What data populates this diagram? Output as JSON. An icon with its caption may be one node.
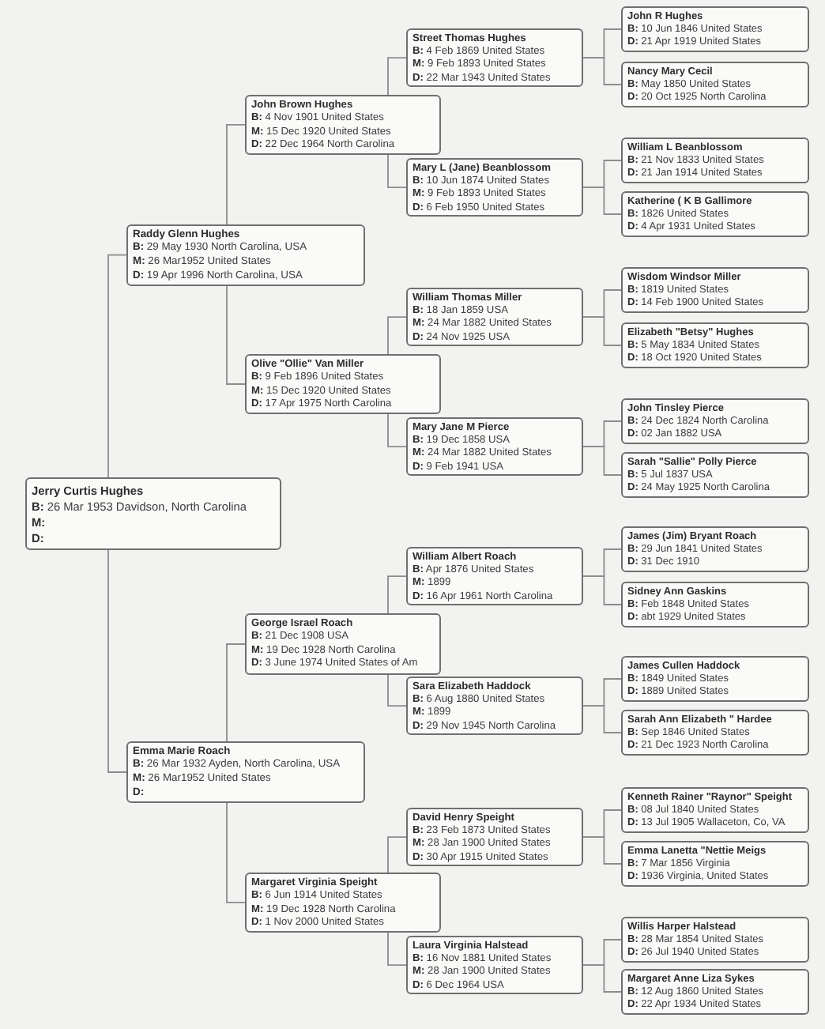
{
  "diagram": {
    "nodes": [
      {
        "text": [
          "Jerry Curtis Hughes",
          "**B:** 26 Mar 1953 Davidson, North Carolina",
          "M:",
          "D:"
        ]
      },
      {
        "text": [
          "Raddy Glenn Hughes",
          "**B:** 29 May 1930 North Carolina, USA",
          "**M:** 26 Mar1952 United States",
          "**D:** 19 Apr 1996 North Carolina, USA"
        ]
      },
      {
        "text": [
          "Emma Marie Roach",
          "**B:** 26 Mar 1932 Ayden, North Carolina, USA",
          "**M:** 26 Mar1952 United States",
          "D:"
        ]
      },
      {
        "text": [
          "John Brown Hughes",
          "**B:** 4 Nov 1901 United States",
          "**M:** 15 Dec 1920 United States",
          "**D:** 22 Dec 1964 North Carolina"
        ]
      },
      {
        "text": [
          "Olive \"Ollie\" Van Miller",
          "**B:** 9 Feb 1896 United States",
          "**M:** 15 Dec 1920 United States",
          "**D:** 17 Apr 1975 North Carolina"
        ]
      },
      {
        "text": [
          "George Israel Roach",
          "**B:** 21 Dec 1908 USA",
          "**M:** 19 Dec 1928 North Carolina",
          "**D:** 3 June 1974 United States of Am"
        ]
      },
      {
        "text": [
          "Margaret Virginia Speight",
          "**B:** 6 Jun 1914 United States",
          "**M:** 19 Dec 1928 North Carolina",
          "**D:** 1 Nov 2000 United States"
        ]
      },
      {
        "text": [
          "Street Thomas Hughes",
          "**B:** 4 Feb 1869 United States",
          "**M:** 9 Feb 1893 United States",
          "**D:** 22 Mar 1943 United States"
        ]
      },
      {
        "text": [
          "Mary L (Jane) Beanblossom",
          "**B:** 10 Jun 1874 United States",
          "**M:** 9 Feb 1893 United States",
          "**D:** 6 Feb 1950 United States"
        ]
      },
      {
        "text": [
          "William Thomas Miller",
          "**B:** 18 Jan 1859 USA",
          "**M:** 24 Mar 1882 United States",
          "**D:** 24 Nov 1925 USA"
        ]
      },
      {
        "text": [
          "Mary Jane M Pierce",
          "**B:** 19 Dec 1858 USA",
          "**M:** 24 Mar 1882 United States",
          "**D:** 9 Feb 1941 USA"
        ]
      },
      {
        "text": [
          "William Albert Roach",
          "**B:** Apr 1876 United States",
          "**M:** 1899",
          "**D:** 16 Apr 1961 North Carolina"
        ]
      },
      {
        "text": [
          "Sara Elizabeth Haddock",
          "**B:** 6 Aug 1880 United States",
          "**M:** 1899",
          "**D:** 29 Nov 1945 North Carolina"
        ]
      },
      {
        "text": [
          "David Henry Speight",
          "**B:** 23 Feb 1873 United States",
          "**M:** 28 Jan 1900 United States",
          "**D:** 30 Apr 1915 United States"
        ]
      },
      {
        "text": [
          "Laura Virginia Halstead",
          "**B:** 16 Nov 1881 United States",
          "**M:** 28 Jan 1900 United States",
          "**D:** 6 Dec 1964 USA"
        ]
      },
      {
        "text": [
          "John R Hughes",
          "**B:** 10 Jun 1846 United States",
          "**D:** 21 Apr 1919 United States"
        ]
      },
      {
        "text": [
          "Nancy Mary Cecil",
          "**B:** May 1850 United States",
          "**D:** 20 Oct 1925 North Carolina"
        ]
      },
      {
        "text": [
          "William L Beanblossom",
          "**B:** 21 Nov 1833 United States",
          "**D:** 21 Jan 1914 United States"
        ]
      },
      {
        "text": [
          "Katherine ( K B Gallimore",
          "**B:** 1826 United States",
          "**D:** 4 Apr 1931 United States"
        ]
      },
      {
        "text": [
          "Wisdom Windsor Miller",
          "**B:** 1819 United States",
          "**D:** 14 Feb 1900 United States"
        ]
      },
      {
        "text": [
          "Elizabeth \"Betsy\" Hughes",
          "**B:** 5 May 1834 United States",
          "**D:** 18 Oct 1920 United States"
        ]
      },
      {
        "text": [
          "John Tinsley Pierce",
          "**B:** 24 Dec 1824 North Carolina",
          "**D:** 02 Jan 1882 USA"
        ]
      },
      {
        "text": [
          "Sarah \"Sallie\" Polly Pierce",
          "**B:** 5 Jul 1837 USA",
          "**D:** 24 May 1925 North Carolina"
        ]
      },
      {
        "text": [
          "James (Jim) Bryant Roach",
          "**B:** 29 Jun 1841 United States",
          "**D:** 31 Dec 1910"
        ]
      },
      {
        "text": [
          "Sidney Ann Gaskins",
          "**B:** Feb 1848 United States",
          "**D:** abt 1929 United States"
        ]
      },
      {
        "text": [
          "James Cullen Haddock",
          "**B:** 1849 United States",
          "**D:** 1889 United States"
        ]
      },
      {
        "text": [
          "Sarah Ann Elizabeth \" Hardee",
          "**B:** Sep 1846 United States",
          "**D:** 21 Dec 1923 North Carolina"
        ]
      },
      {
        "text": [
          "Kenneth Rainer \"Raynor\" Speight",
          "**B:** 08 Jul 1840 United States",
          "**D:** 13 Jul 1905 Wallaceton, Co, VA"
        ]
      },
      {
        "text": [
          "Emma Lanetta \"Nettie Meigs",
          "**B:** 7 Mar 1856 Virginia",
          "**D:** 1936 Virginia, United States"
        ]
      },
      {
        "text": [
          "Willis Harper Halstead",
          "**B:** 28 Mar 1854 United States",
          "**D:** 26 Jul 1940 United States"
        ]
      },
      {
        "text": [
          "Margaret Anne Liza Sykes",
          "**B:** 12 Aug 1860 United States",
          "**D:** 22 Apr 1934 United States"
        ]
      }
    ],
    "edges": [
      {
        "from": 0,
        "to": 1,
        "arrow": "none"
      },
      {
        "from": 0,
        "to": 2,
        "arrow": "none"
      },
      {
        "from": 1,
        "to": 3,
        "arrow": "none"
      },
      {
        "from": 1,
        "to": 4,
        "arrow": "none"
      },
      {
        "from": 2,
        "to": 5,
        "arrow": "none"
      },
      {
        "from": 2,
        "to": 6,
        "arrow": "none"
      },
      {
        "from": 3,
        "to": 7,
        "arrow": "none"
      },
      {
        "from": 3,
        "to": 8,
        "arrow": "none"
      },
      {
        "from": 4,
        "to": 9,
        "arrow": "none"
      },
      {
        "from": 4,
        "to": 10,
        "arrow": "none"
      },
      {
        "from": 5,
        "to": 11,
        "arrow": "none"
      },
      {
        "from": 5,
        "to": 12,
        "arrow": "none"
      },
      {
        "from": 6,
        "to": 13,
        "arrow": "none"
      },
      {
        "from": 6,
        "to": 14,
        "arrow": "none"
      },
      {
        "from": 7,
        "to": 15,
        "arrow": "none"
      },
      {
        "from": 7,
        "to": 16,
        "arrow": "none"
      },
      {
        "from": 8,
        "to": 17,
        "arrow": "none"
      },
      {
        "from": 8,
        "to": 18,
        "arrow": "none"
      },
      {
        "from": 9,
        "to": 19,
        "arrow": "none"
      },
      {
        "from": 9,
        "to": 20,
        "arrow": "none"
      },
      {
        "from": 10,
        "to": 21,
        "arrow": "none"
      },
      {
        "from": 10,
        "to": 22,
        "arrow": "none"
      },
      {
        "from": 11,
        "to": 23,
        "arrow": "none"
      },
      {
        "from": 11,
        "to": 24,
        "arrow": "none"
      },
      {
        "from": 12,
        "to": 25,
        "arrow": "none"
      },
      {
        "from": 12,
        "to": 26,
        "arrow": "none"
      },
      {
        "from": 13,
        "to": 27,
        "arrow": "none"
      },
      {
        "from": 13,
        "to": 28,
        "arrow": "none"
      },
      {
        "from": 14,
        "to": 29,
        "arrow": "none"
      },
      {
        "from": 14,
        "to": 30,
        "arrow": "none"
      }
    ]
  }
}
